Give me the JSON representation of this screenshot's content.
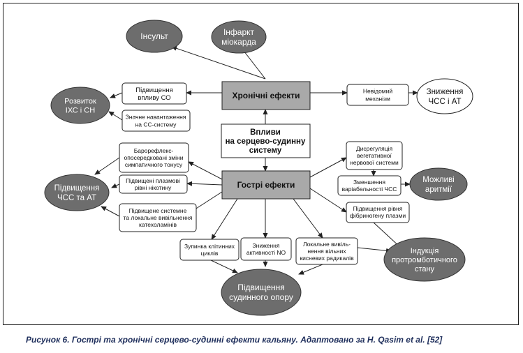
{
  "center": {
    "lines": [
      "Впливи",
      "на серцево-судинну",
      "систему"
    ]
  },
  "chronic": {
    "label": "Хронічні ефекти"
  },
  "acute": {
    "label": "Гострі ефекти"
  },
  "outcomes": {
    "stroke": [
      "Інсульт"
    ],
    "infarct": [
      "Інфаркт",
      "міокарда"
    ],
    "ihd": [
      "Розвиток",
      "ІХС і СН"
    ],
    "hr_decrease": [
      "Зниження",
      "ЧСС і АТ"
    ],
    "hr_increase": [
      "Підвищення",
      "ЧСС та АТ"
    ],
    "arrhythmia": [
      "Можливі",
      "аритмії"
    ],
    "prothrombotic": [
      "Індукція",
      "протромботичного",
      "стану"
    ],
    "vascular": [
      "Підвищення",
      "судинного опору"
    ]
  },
  "mechanisms": {
    "co": [
      "Підвищення",
      "впливу СО"
    ],
    "load": [
      "Значне навантаження",
      "на СС-систему"
    ],
    "unknown": [
      "Невідомий",
      "механізм"
    ],
    "baroreflex": [
      "Барорефлекс-",
      "опосередковані зміни",
      "симпатичного тонусу"
    ],
    "nicotine": [
      "Підвищені плазмові",
      "рівні нікотину"
    ],
    "catecholamines": [
      "Підвищене системне",
      "та локальне вивільнення",
      "катехоламінів"
    ],
    "dysregulation": [
      "Дисрегуляція",
      "вегетативної",
      "нервової системи"
    ],
    "hrv": [
      "Зменшення",
      "варіабельності ЧСС"
    ],
    "fibrinogen": [
      "Підвищення рівня",
      "фібриногену плазми"
    ],
    "cell_cycle": [
      "Зупинка клітинних",
      "циклів"
    ],
    "no": [
      "Зниження",
      "активності NO"
    ],
    "radicals": [
      "Локальне вивіль-",
      "нення вільних",
      "кисневих радикалів"
    ]
  },
  "caption": "Рисунок 6. Гострі та хронічні серцево-судинні ефекти кальяну. Адаптовано за H. Qasim et al. [52]",
  "colors": {
    "ellipse": "#6d6d6d",
    "rect_dark": "#a9a9a9",
    "line": "#222222"
  }
}
